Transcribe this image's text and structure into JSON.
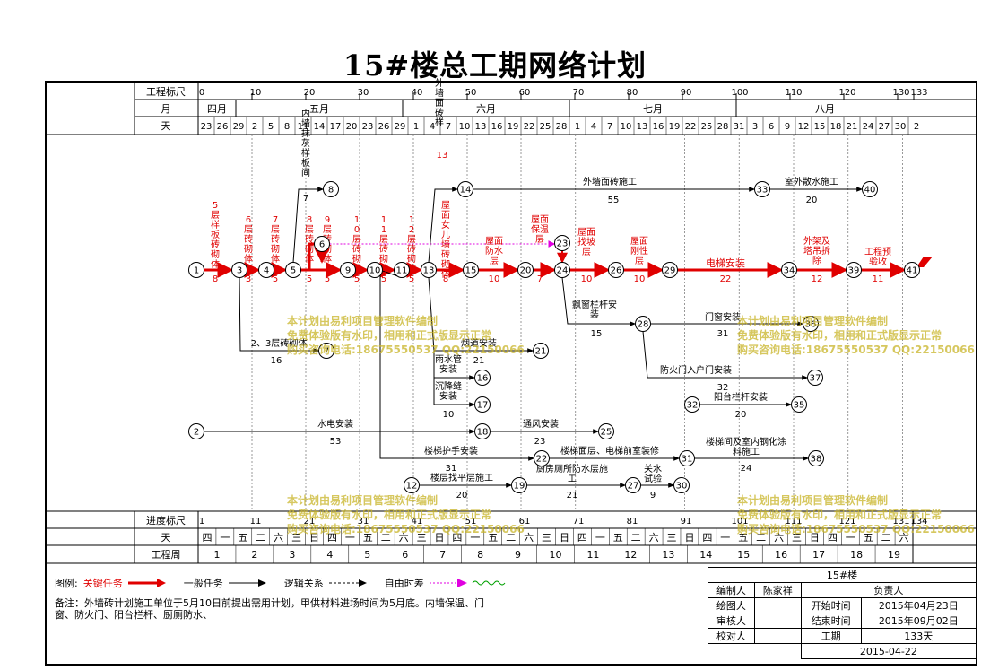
{
  "title": "15#楼总工期网络计划",
  "header": {
    "row_labels": [
      "工程标尺",
      "月",
      "天"
    ],
    "scale_ticks": [
      "0",
      "10",
      "20",
      "30",
      "40",
      "50",
      "60",
      "70",
      "80",
      "90",
      "100",
      "110",
      "120",
      "130",
      "133"
    ],
    "months": [
      "四月",
      "五月",
      "六月",
      "七月",
      "八月"
    ],
    "days": [
      "23",
      "26",
      "29",
      "2",
      "5",
      "8",
      "11",
      "14",
      "17",
      "20",
      "23",
      "26",
      "29",
      "1",
      "4",
      "7",
      "10",
      "13",
      "16",
      "19",
      "22",
      "25",
      "28",
      "1",
      "4",
      "7",
      "10",
      "13",
      "16",
      "19",
      "22",
      "25",
      "28",
      "31",
      "3",
      "6",
      "9",
      "12",
      "15",
      "18",
      "21",
      "24",
      "27",
      "30",
      "2"
    ]
  },
  "footer": {
    "row_labels": [
      "进度标尺",
      "天",
      "工程周"
    ],
    "scale_ticks": [
      "1",
      "11",
      "21",
      "31",
      "41",
      "51",
      "61",
      "71",
      "81",
      "91",
      "101",
      "111",
      "121",
      "131",
      "134"
    ],
    "weekdays": [
      "四",
      "一",
      "五",
      "二",
      "六",
      "三",
      "日",
      "四",
      "一",
      "五",
      "二",
      "六",
      "三",
      "日",
      "四",
      "一",
      "五",
      "二",
      "六",
      "三",
      "日",
      "四",
      "一",
      "五",
      "二",
      "六",
      "三",
      "日",
      "四",
      "一",
      "五",
      "二",
      "六",
      "三",
      "日",
      "四",
      "一",
      "五",
      "二",
      "六"
    ],
    "weeks": [
      "1",
      "2",
      "3",
      "4",
      "5",
      "6",
      "7",
      "8",
      "9",
      "10",
      "11",
      "12",
      "13",
      "14",
      "15",
      "16",
      "17",
      "18",
      "19"
    ]
  },
  "nodes": [
    "1",
    "2",
    "3",
    "4",
    "5",
    "6",
    "7",
    "8",
    "9",
    "10",
    "11",
    "12",
    "13",
    "14",
    "15",
    "16",
    "17",
    "18",
    "19",
    "20",
    "21",
    "22",
    "23",
    "24",
    "25",
    "26",
    "27",
    "28",
    "29",
    "30",
    "31",
    "32",
    "33",
    "34",
    "35",
    "36",
    "37",
    "38",
    "39",
    "40",
    "41"
  ],
  "tasks": [
    {
      "label": "5层样板砖砌体",
      "duration": "8"
    },
    {
      "label": "6层砖砌体",
      "duration": "3"
    },
    {
      "label": "7层砖砌体",
      "duration": "5"
    },
    {
      "label": "8层砖砌体",
      "duration": "5"
    },
    {
      "label": "9层砖砌体",
      "duration": "5"
    },
    {
      "label": "10层砖砌体",
      "duration": "5"
    },
    {
      "label": "11层砖砌体",
      "duration": "5"
    },
    {
      "label": "12层砖砌体",
      "duration": "5"
    },
    {
      "label": "屋面女儿墙砖砌体",
      "duration": "8"
    },
    {
      "label": "屋面防水层",
      "duration": "10"
    },
    {
      "label": "屋面保温层",
      "duration": "7"
    },
    {
      "label": "屋面找坡层",
      "duration": "10"
    },
    {
      "label": "屋面刚性层",
      "duration": "10"
    },
    {
      "label": "电梯安装",
      "duration": "22"
    },
    {
      "label": "外架及塔吊拆除",
      "duration": "12"
    },
    {
      "label": "工程预验收",
      "duration": "11"
    },
    {
      "label": "内墙抹灰样板间",
      "duration": "7"
    },
    {
      "label": "外墙面砖样板施工",
      "duration": "13"
    },
    {
      "label": "外墙面砖施工",
      "duration": "55"
    },
    {
      "label": "室外散水施工",
      "duration": "20"
    },
    {
      "label": "飘窗栏杆安装",
      "duration": "15"
    },
    {
      "label": "门窗安装",
      "duration": "31"
    },
    {
      "label": "防火门入户门安装",
      "duration": "32"
    },
    {
      "label": "阳台栏杆安装",
      "duration": "20"
    },
    {
      "label": "2、3层砖砌体",
      "duration": "16"
    },
    {
      "label": "烟道安装",
      "duration": "21"
    },
    {
      "label": "雨水管安装",
      "duration": ""
    },
    {
      "label": "沉降缝安装",
      "duration": "10"
    },
    {
      "label": "水电安装",
      "duration": "53"
    },
    {
      "label": "通风安装",
      "duration": "23"
    },
    {
      "label": "楼梯护手安装",
      "duration": "31"
    },
    {
      "label": "楼梯面层、电梯前室装修",
      "duration": ""
    },
    {
      "label": "楼梯间及室内钢化涂料施工",
      "duration": "24"
    },
    {
      "label": "楼层找平层施工",
      "duration": "20"
    },
    {
      "label": "厨房厕所防水层施工",
      "duration": "21"
    },
    {
      "label": "关水试验",
      "duration": "9"
    }
  ],
  "legend": {
    "prefix": "图例:",
    "critical": "关键任务",
    "normal": "一般任务",
    "logic": "逻辑关系",
    "float": "自由时差",
    "note": "备注：外墙砖计划施工单位于5月10日前提出需用计划，甲供材料进场时间为5月底。内墙保温、门窗、防火门、阳台栏杆、厨厕防水、"
  },
  "info_table": {
    "project": "15#楼",
    "editor_label": "编制人",
    "editor": "陈家祥",
    "owner_label": "负责人",
    "drawer_label": "绘图人",
    "start_label": "开始时间",
    "start": "2015年04月23日",
    "reviewer_label": "审核人",
    "end_label": "结束时间",
    "end": "2015年09月02日",
    "checker_label": "校对人",
    "duration_label": "工期",
    "duration": "133天",
    "print_date": "2015-04-22"
  },
  "watermark": {
    "line1": "本计划由易利项目管理软件编制",
    "line2": "免费体验版有水印，相用和正式版显示正常",
    "line3": "购买咨询电话:18675550537 QQ:22150066"
  },
  "colors": {
    "critical": "#e00000",
    "normal": "#000000",
    "float": "#e000e0",
    "wavy": "#00a000",
    "watermark": "#c8b428"
  }
}
